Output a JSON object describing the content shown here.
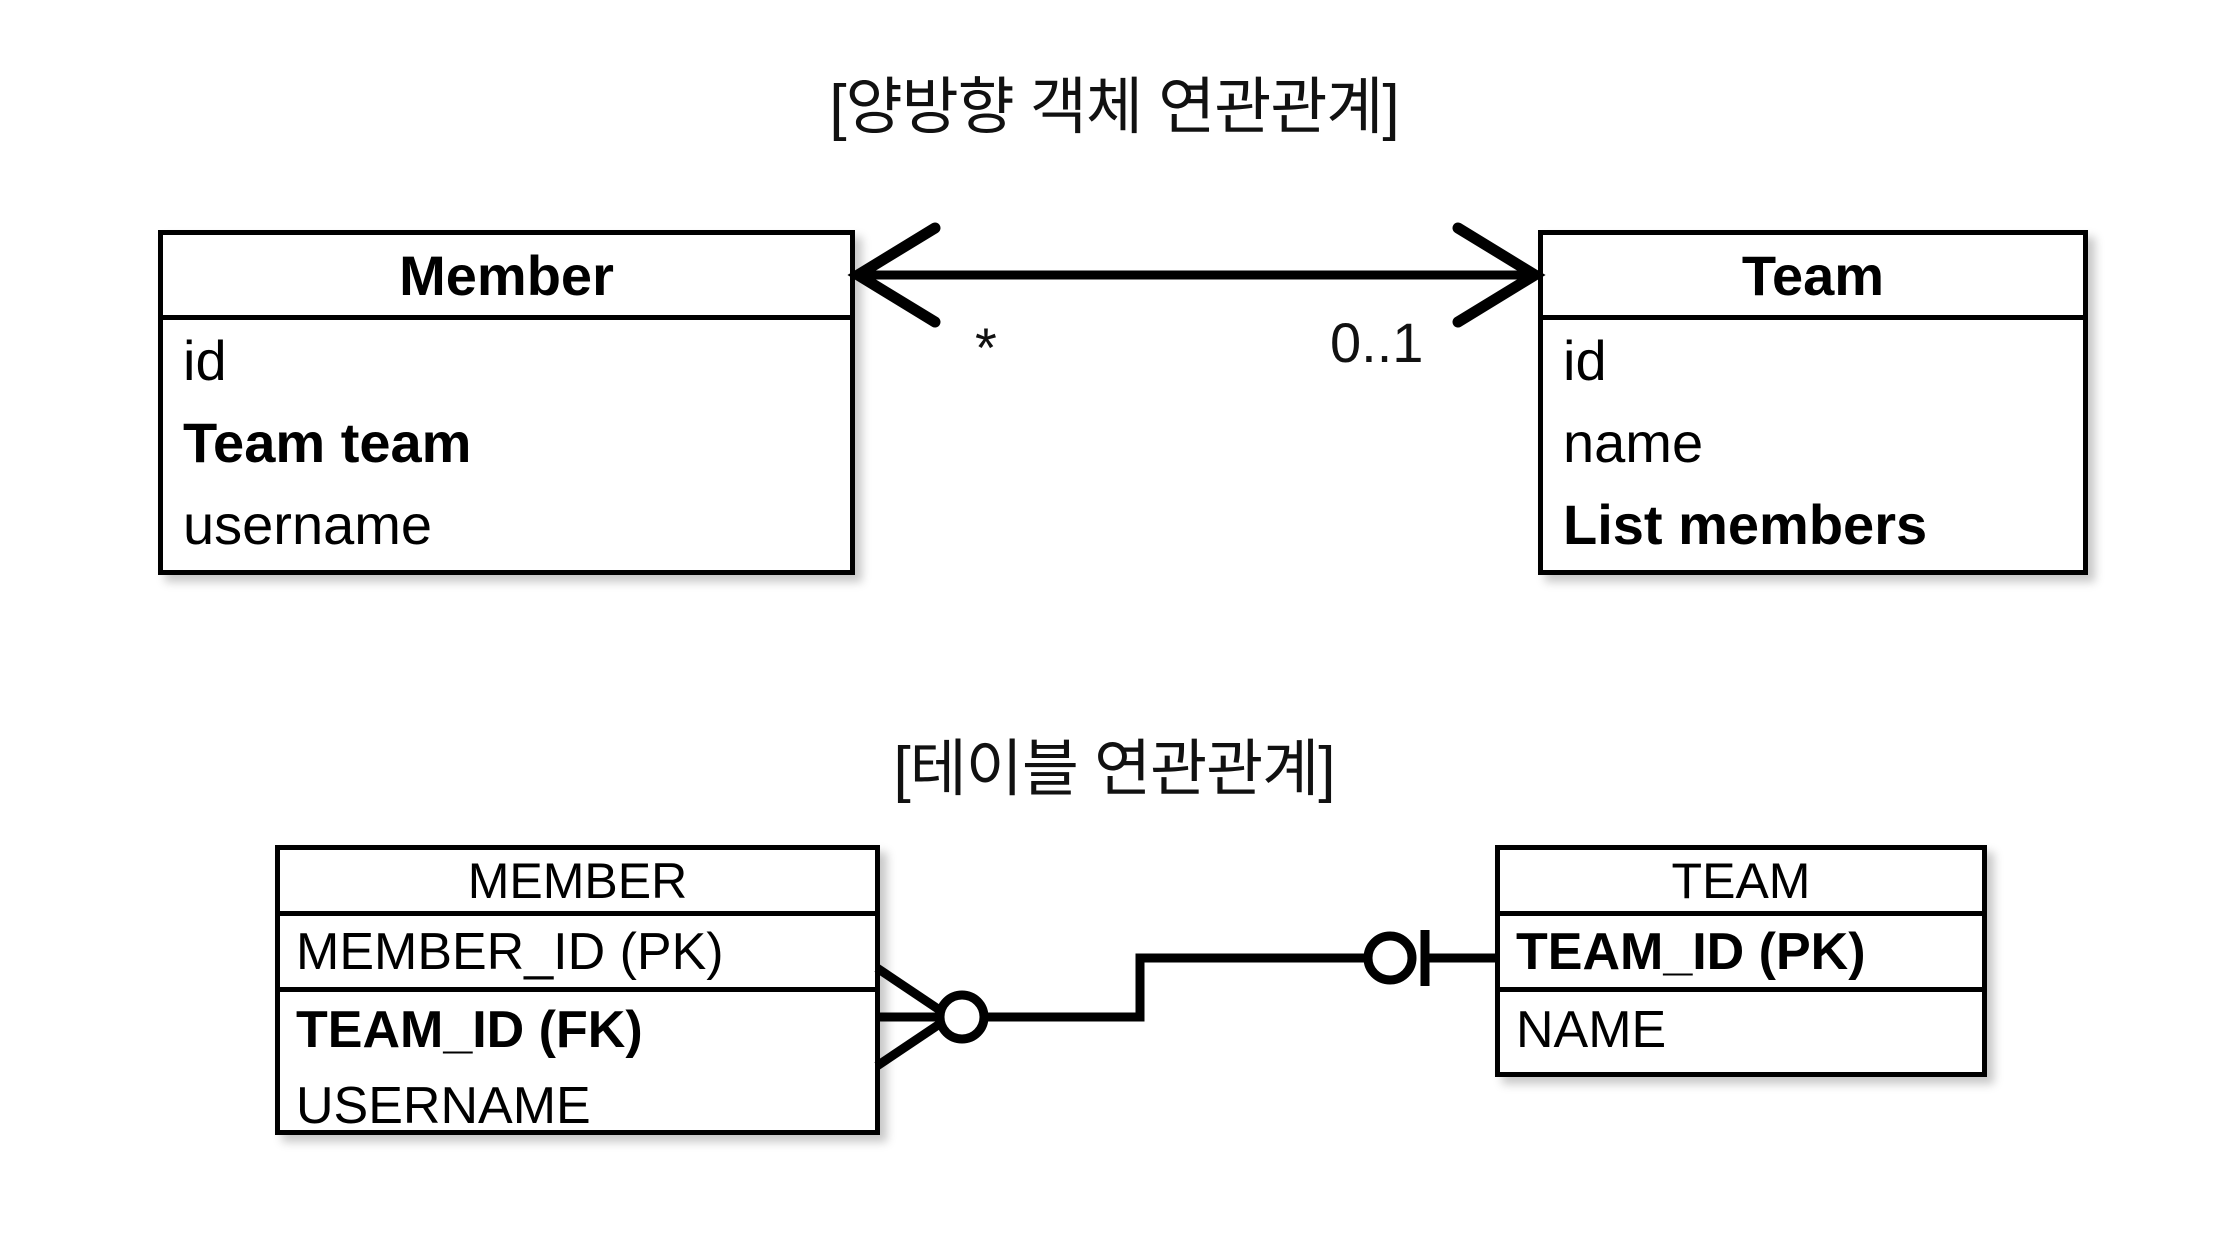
{
  "diagram": {
    "background_color": "#ffffff",
    "line_color": "#000000"
  },
  "object_section": {
    "title": "[양방향 객체 연관관계]",
    "member_class": {
      "name": "Member",
      "attributes": [
        {
          "label": "id",
          "bold": false
        },
        {
          "label": "Team team",
          "bold": true
        },
        {
          "label": "username",
          "bold": false
        }
      ]
    },
    "team_class": {
      "name": "Team",
      "attributes": [
        {
          "label": "id",
          "bold": false
        },
        {
          "label": "name",
          "bold": false
        },
        {
          "label": "List members",
          "bold": true
        }
      ]
    },
    "association": {
      "style": "bidirectional-arrow",
      "member_side_multiplicity": "*",
      "team_side_multiplicity": "0..1"
    }
  },
  "table_section": {
    "title": "[테이블 연관관계]",
    "member_table": {
      "name": "MEMBER",
      "columns": [
        {
          "label": "MEMBER_ID (PK)",
          "bold": false,
          "separator": true
        },
        {
          "label": "TEAM_ID (FK)",
          "bold": true,
          "separator": false
        },
        {
          "label": "USERNAME",
          "bold": false,
          "separator": false
        }
      ]
    },
    "team_table": {
      "name": "TEAM",
      "columns": [
        {
          "label": "TEAM_ID (PK)",
          "bold": true,
          "separator": true
        },
        {
          "label": "NAME",
          "bold": false,
          "separator": false
        }
      ]
    },
    "relationship": {
      "style": "crows-foot",
      "member_side_notation": "zero-or-many",
      "team_side_notation": "zero-or-one"
    }
  }
}
